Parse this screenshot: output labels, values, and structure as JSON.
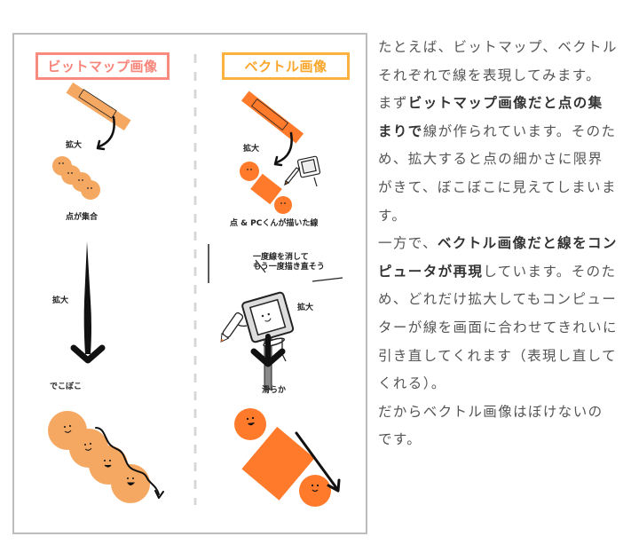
{
  "illustration": {
    "bitmap_title": "ビットマップ画像",
    "vector_title": "ベクトル画像",
    "bitmap_captions": {
      "zoom1": "拡大",
      "dots": "点が集合",
      "zoom2": "拡大",
      "bumpy": "でこぼこ"
    },
    "vector_captions": {
      "zoom1": "拡大",
      "pc_drawn": "点 & PCくんが描いた線",
      "speech_line1": "一度線を消して",
      "speech_line2": "もう一度描き直そう",
      "zoom2": "拡大",
      "smooth": "滑らか"
    },
    "colors": {
      "bitmap_accent": "#f88a80",
      "vector_accent": "#fdb13f",
      "bitmap_fill": "#f4a862",
      "vector_fill": "#ff7a2a",
      "frame_border": "#bdbdbd"
    }
  },
  "article": {
    "p1": "たとえば、ビットマップ、ベクトルそれぞれで線を表現してみます。",
    "p2_pre": "まず",
    "p2_bold": "ビットマップ画像だと点の集まりで",
    "p2_post": "線が作られています。そのため、拡大すると点の細かさに限界がきて、ぼこぼこに見えてしまいます。",
    "p3_pre": "一方で、",
    "p3_bold": "ベクトル画像だと線をコンピュータが再現",
    "p3_post": "しています。そのため、どれだけ拡大してもコンピューターが線を画面に合わせてきれいに引き直してくれます（表現し直してくれる）。",
    "p4": "だからベクトル画像はぼけないのです。"
  }
}
